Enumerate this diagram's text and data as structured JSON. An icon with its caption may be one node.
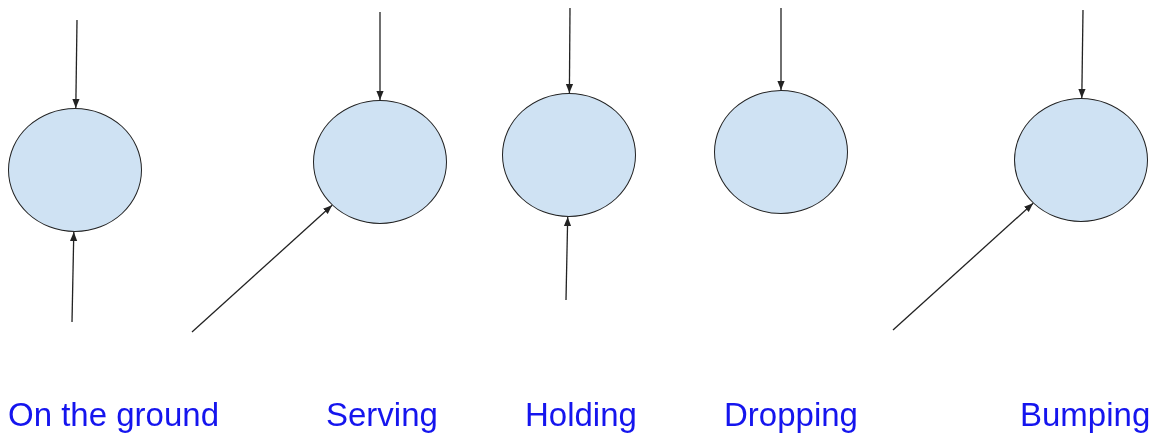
{
  "diagram": {
    "nodes": [
      {
        "text": [],
        "shape": "circle"
      },
      {
        "text": [],
        "shape": "circle"
      },
      {
        "text": [],
        "shape": "circle"
      },
      {
        "text": [],
        "shape": "circle"
      },
      {
        "text": [],
        "shape": "circle"
      }
    ],
    "edges": [
      {
        "from": null,
        "to": 0,
        "arrow": "to"
      },
      {
        "from": null,
        "to": 0,
        "arrow": "to"
      },
      {
        "from": null,
        "to": 1,
        "arrow": "to"
      },
      {
        "from": null,
        "to": 1,
        "arrow": "to"
      },
      {
        "from": null,
        "to": 2,
        "arrow": "to"
      },
      {
        "from": null,
        "to": 2,
        "arrow": "to"
      },
      {
        "from": null,
        "to": 3,
        "arrow": "to"
      },
      {
        "from": null,
        "to": 4,
        "arrow": "to"
      },
      {
        "from": null,
        "to": 4,
        "arrow": "to"
      }
    ],
    "labels": [
      "On the ground",
      "Serving",
      "Holding",
      "Dropping",
      "Bumping"
    ]
  }
}
